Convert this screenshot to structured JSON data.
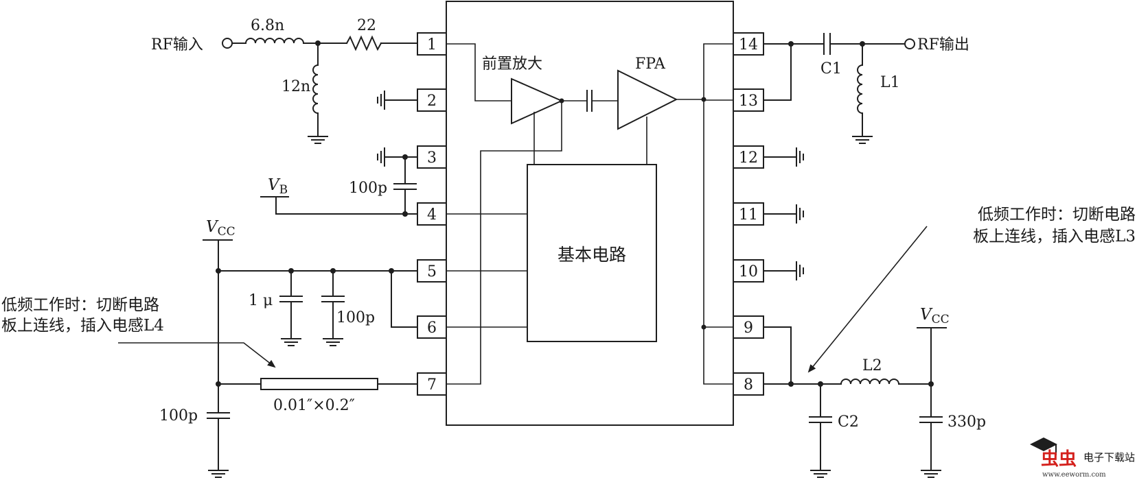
{
  "diagram": {
    "ic_pins_left": [
      "1",
      "2",
      "3",
      "4",
      "5",
      "6",
      "7"
    ],
    "ic_pins_right": [
      "14",
      "13",
      "12",
      "11",
      "10",
      "9",
      "8"
    ],
    "blocks": {
      "preamp": "前置放大",
      "fpa": "FPA",
      "core": "基本电路"
    },
    "ports": {
      "rf_in": "RF输入",
      "rf_out": "RF输出"
    },
    "components": {
      "l_in_series": "6.8n",
      "r_in_series": "22",
      "l_in_shunt": "12n",
      "c_pin3": "100p",
      "c_1u": "1 μ",
      "c_100p_pin5": "100p",
      "c_100p_vcc_left": "100p",
      "stripline": "0.01″×0.2″",
      "c1": "C1",
      "l1": "L1",
      "l2": "L2",
      "c2": "C2",
      "c_330p": "330p"
    },
    "supplies": {
      "vb_main": "V",
      "vb_sub": "B",
      "vcc_left_main": "V",
      "vcc_left_sub": "CC",
      "vcc_right_main": "V",
      "vcc_right_sub": "CC"
    },
    "notes": {
      "left_line1": "低频工作时：切断电路",
      "left_line2": "板上连线，插入电感L4",
      "right_line1": "低频工作时：切断电路",
      "right_line2": "板上连线，插入电感L3"
    }
  },
  "watermark": {
    "brand": "虫虫",
    "title": "电子下载站",
    "url": "www.eeworm.com"
  }
}
